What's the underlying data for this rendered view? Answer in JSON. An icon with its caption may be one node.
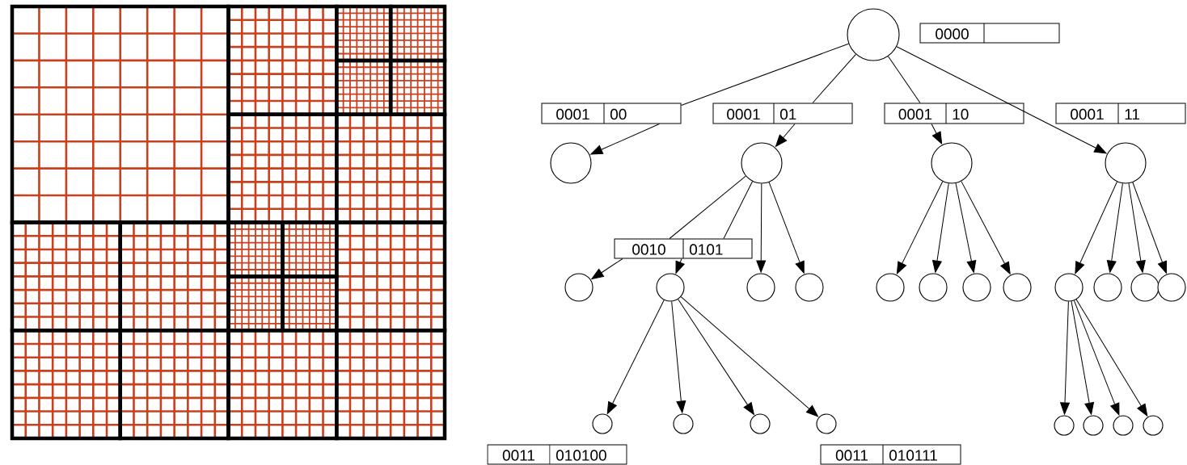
{
  "diagram": {
    "nodes": [
      {
        "text": [],
        "shape": "circle"
      },
      {
        "text": [
          "0000"
        ]
      },
      {
        "text": [
          "0001",
          "00"
        ]
      },
      {
        "text": [
          "0001",
          "01"
        ]
      },
      {
        "text": [
          "0001",
          "10"
        ]
      },
      {
        "text": [
          "0001",
          "11"
        ]
      },
      {
        "text": [],
        "shape": "circle"
      },
      {
        "text": [],
        "shape": "circle"
      },
      {
        "text": [],
        "shape": "circle"
      },
      {
        "text": [],
        "shape": "circle"
      },
      {
        "text": [
          "0010",
          "0101"
        ]
      },
      {
        "text": [],
        "shape": "circle"
      },
      {
        "text": [],
        "shape": "circle"
      },
      {
        "text": [],
        "shape": "circle"
      },
      {
        "text": [],
        "shape": "circle"
      },
      {
        "text": [],
        "shape": "circle"
      },
      {
        "text": [],
        "shape": "circle"
      },
      {
        "text": [],
        "shape": "circle"
      },
      {
        "text": [],
        "shape": "circle"
      },
      {
        "text": [],
        "shape": "circle"
      },
      {
        "text": [],
        "shape": "circle"
      },
      {
        "text": [],
        "shape": "circle"
      },
      {
        "text": [],
        "shape": "circle"
      },
      {
        "text": [],
        "shape": "circle"
      },
      {
        "text": [],
        "shape": "circle"
      },
      {
        "text": [],
        "shape": "circle"
      },
      {
        "text": [],
        "shape": "circle"
      },
      {
        "text": [],
        "shape": "circle"
      },
      {
        "text": [],
        "shape": "circle"
      },
      {
        "text": [],
        "shape": "circle"
      },
      {
        "text": [],
        "shape": "circle"
      },
      {
        "text": [
          "0011",
          "010100"
        ]
      },
      {
        "text": [
          "0011",
          "010111"
        ]
      }
    ],
    "edges": [
      {
        "from": 0,
        "to": 2,
        "arrow": "none"
      },
      {
        "from": 2,
        "to": 6,
        "arrow": "to"
      },
      {
        "from": 0,
        "to": 3,
        "arrow": "none"
      },
      {
        "from": 3,
        "to": 7,
        "arrow": "to"
      },
      {
        "from": 0,
        "to": 4,
        "arrow": "none"
      },
      {
        "from": 4,
        "to": 8,
        "arrow": "to"
      },
      {
        "from": 0,
        "to": 9,
        "arrow": "to"
      },
      {
        "from": 7,
        "to": 10,
        "arrow": "none"
      },
      {
        "from": 7,
        "to": 10,
        "arrow": "none"
      },
      {
        "from": 10,
        "to": 11,
        "arrow": "to"
      },
      {
        "from": 10,
        "to": 12,
        "arrow": "to"
      },
      {
        "from": 7,
        "to": 13,
        "arrow": "to"
      },
      {
        "from": 7,
        "to": 14,
        "arrow": "to"
      },
      {
        "from": 8,
        "to": 15,
        "arrow": "to"
      },
      {
        "from": 8,
        "to": 16,
        "arrow": "to"
      },
      {
        "from": 8,
        "to": 17,
        "arrow": "to"
      },
      {
        "from": 8,
        "to": 18,
        "arrow": "to"
      },
      {
        "from": 9,
        "to": 19,
        "arrow": "to"
      },
      {
        "from": 9,
        "to": 20,
        "arrow": "to"
      },
      {
        "from": 9,
        "to": 21,
        "arrow": "to"
      },
      {
        "from": 9,
        "to": 22,
        "arrow": "to"
      },
      {
        "from": 12,
        "to": 23,
        "arrow": "to"
      },
      {
        "from": 12,
        "to": 24,
        "arrow": "to"
      },
      {
        "from": 12,
        "to": 25,
        "arrow": "to"
      },
      {
        "from": 12,
        "to": 26,
        "arrow": "to"
      },
      {
        "from": 19,
        "to": 27,
        "arrow": "to"
      },
      {
        "from": 19,
        "to": 28,
        "arrow": "to"
      },
      {
        "from": 19,
        "to": 29,
        "arrow": "to"
      },
      {
        "from": 19,
        "to": 30,
        "arrow": "to"
      }
    ]
  }
}
